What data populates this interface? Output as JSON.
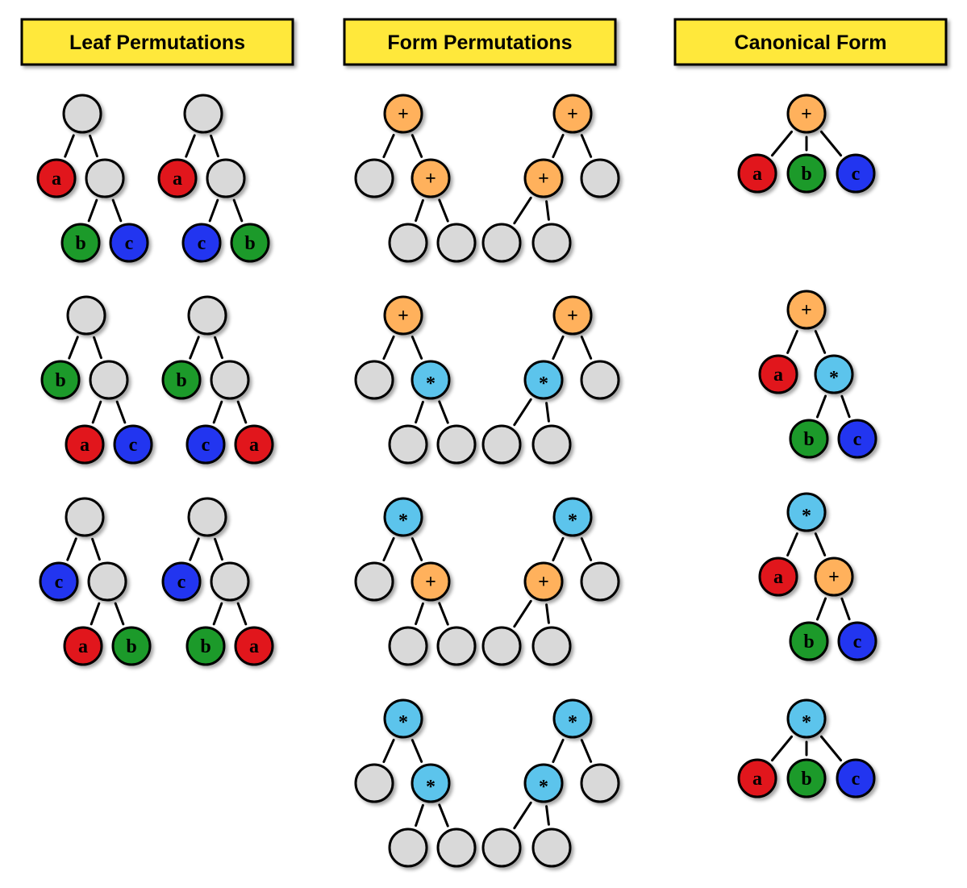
{
  "colors": {
    "header_fill": "#ffe83a",
    "leaf_a": "#e1141c",
    "leaf_b": "#1a9a2a",
    "leaf_c": "#2436f0",
    "empty": "#d9d9d9",
    "plus": "#ffb15c",
    "times": "#5cc4ec",
    "stroke": "#000000"
  },
  "columns": [
    {
      "title": "Leaf Permutations"
    },
    {
      "title": "Form Permutations"
    },
    {
      "title": "Canonical Form"
    }
  ],
  "trees": [
    {
      "col": 0,
      "row": 0,
      "nodes": [
        {
          "id": "r",
          "label": "",
          "kind": "empty"
        },
        {
          "id": "l",
          "label": "a",
          "kind": "a",
          "parent": "r"
        },
        {
          "id": "m",
          "label": "",
          "kind": "empty",
          "parent": "r"
        },
        {
          "id": "ml",
          "label": "b",
          "kind": "b",
          "parent": "m"
        },
        {
          "id": "mr",
          "label": "c",
          "kind": "c",
          "parent": "m"
        }
      ]
    },
    {
      "col": 0,
      "row": 0,
      "nodes": [
        {
          "id": "r",
          "label": "",
          "kind": "empty"
        },
        {
          "id": "l",
          "label": "a",
          "kind": "a",
          "parent": "r"
        },
        {
          "id": "m",
          "label": "",
          "kind": "empty",
          "parent": "r"
        },
        {
          "id": "ml",
          "label": "c",
          "kind": "c",
          "parent": "m"
        },
        {
          "id": "mr",
          "label": "b",
          "kind": "b",
          "parent": "m"
        }
      ]
    },
    {
      "col": 0,
      "row": 1,
      "nodes": [
        {
          "id": "r",
          "label": "",
          "kind": "empty"
        },
        {
          "id": "l",
          "label": "b",
          "kind": "b",
          "parent": "r"
        },
        {
          "id": "m",
          "label": "",
          "kind": "empty",
          "parent": "r"
        },
        {
          "id": "ml",
          "label": "a",
          "kind": "a",
          "parent": "m"
        },
        {
          "id": "mr",
          "label": "c",
          "kind": "c",
          "parent": "m"
        }
      ]
    },
    {
      "col": 0,
      "row": 1,
      "nodes": [
        {
          "id": "r",
          "label": "",
          "kind": "empty"
        },
        {
          "id": "l",
          "label": "b",
          "kind": "b",
          "parent": "r"
        },
        {
          "id": "m",
          "label": "",
          "kind": "empty",
          "parent": "r"
        },
        {
          "id": "ml",
          "label": "c",
          "kind": "c",
          "parent": "m"
        },
        {
          "id": "mr",
          "label": "a",
          "kind": "a",
          "parent": "m"
        }
      ]
    },
    {
      "col": 0,
      "row": 2,
      "nodes": [
        {
          "id": "r",
          "label": "",
          "kind": "empty"
        },
        {
          "id": "l",
          "label": "c",
          "kind": "c",
          "parent": "r"
        },
        {
          "id": "m",
          "label": "",
          "kind": "empty",
          "parent": "r"
        },
        {
          "id": "ml",
          "label": "a",
          "kind": "a",
          "parent": "m"
        },
        {
          "id": "mr",
          "label": "b",
          "kind": "b",
          "parent": "m"
        }
      ]
    },
    {
      "col": 0,
      "row": 2,
      "nodes": [
        {
          "id": "r",
          "label": "",
          "kind": "empty"
        },
        {
          "id": "l",
          "label": "c",
          "kind": "c",
          "parent": "r"
        },
        {
          "id": "m",
          "label": "",
          "kind": "empty",
          "parent": "r"
        },
        {
          "id": "ml",
          "label": "b",
          "kind": "b",
          "parent": "m"
        },
        {
          "id": "mr",
          "label": "a",
          "kind": "a",
          "parent": "m"
        }
      ]
    },
    {
      "col": 1,
      "row": 0,
      "nodes": [
        {
          "id": "r",
          "label": "+",
          "kind": "plus"
        },
        {
          "id": "l",
          "label": "",
          "kind": "empty",
          "parent": "r"
        },
        {
          "id": "m",
          "label": "+",
          "kind": "plus",
          "parent": "r"
        },
        {
          "id": "ml",
          "label": "",
          "kind": "empty",
          "parent": "m"
        },
        {
          "id": "mr",
          "label": "",
          "kind": "empty",
          "parent": "m"
        }
      ]
    },
    {
      "col": 1,
      "row": 0,
      "nodes": [
        {
          "id": "r",
          "label": "+",
          "kind": "plus"
        },
        {
          "id": "m",
          "label": "+",
          "kind": "plus",
          "parent": "r"
        },
        {
          "id": "l",
          "label": "",
          "kind": "empty",
          "parent": "r"
        },
        {
          "id": "ml",
          "label": "",
          "kind": "empty",
          "parent": "m"
        },
        {
          "id": "mr",
          "label": "",
          "kind": "empty",
          "parent": "m"
        }
      ]
    },
    {
      "col": 1,
      "row": 1,
      "nodes": [
        {
          "id": "r",
          "label": "+",
          "kind": "plus"
        },
        {
          "id": "l",
          "label": "",
          "kind": "empty",
          "parent": "r"
        },
        {
          "id": "m",
          "label": "*",
          "kind": "times",
          "parent": "r"
        },
        {
          "id": "ml",
          "label": "",
          "kind": "empty",
          "parent": "m"
        },
        {
          "id": "mr",
          "label": "",
          "kind": "empty",
          "parent": "m"
        }
      ]
    },
    {
      "col": 1,
      "row": 1,
      "nodes": [
        {
          "id": "r",
          "label": "+",
          "kind": "plus"
        },
        {
          "id": "m",
          "label": "*",
          "kind": "times",
          "parent": "r"
        },
        {
          "id": "l",
          "label": "",
          "kind": "empty",
          "parent": "r"
        },
        {
          "id": "ml",
          "label": "",
          "kind": "empty",
          "parent": "m"
        },
        {
          "id": "mr",
          "label": "",
          "kind": "empty",
          "parent": "m"
        }
      ]
    },
    {
      "col": 1,
      "row": 2,
      "nodes": [
        {
          "id": "r",
          "label": "*",
          "kind": "times"
        },
        {
          "id": "l",
          "label": "",
          "kind": "empty",
          "parent": "r"
        },
        {
          "id": "m",
          "label": "+",
          "kind": "plus",
          "parent": "r"
        },
        {
          "id": "ml",
          "label": "",
          "kind": "empty",
          "parent": "m"
        },
        {
          "id": "mr",
          "label": "",
          "kind": "empty",
          "parent": "m"
        }
      ]
    },
    {
      "col": 1,
      "row": 2,
      "nodes": [
        {
          "id": "r",
          "label": "*",
          "kind": "times"
        },
        {
          "id": "m",
          "label": "+",
          "kind": "plus",
          "parent": "r"
        },
        {
          "id": "l",
          "label": "",
          "kind": "empty",
          "parent": "r"
        },
        {
          "id": "ml",
          "label": "",
          "kind": "empty",
          "parent": "m"
        },
        {
          "id": "mr",
          "label": "",
          "kind": "empty",
          "parent": "m"
        }
      ]
    },
    {
      "col": 1,
      "row": 3,
      "nodes": [
        {
          "id": "r",
          "label": "*",
          "kind": "times"
        },
        {
          "id": "l",
          "label": "",
          "kind": "empty",
          "parent": "r"
        },
        {
          "id": "m",
          "label": "*",
          "kind": "times",
          "parent": "r"
        },
        {
          "id": "ml",
          "label": "",
          "kind": "empty",
          "parent": "m"
        },
        {
          "id": "mr",
          "label": "",
          "kind": "empty",
          "parent": "m"
        }
      ]
    },
    {
      "col": 1,
      "row": 3,
      "nodes": [
        {
          "id": "r",
          "label": "*",
          "kind": "times"
        },
        {
          "id": "m",
          "label": "*",
          "kind": "times",
          "parent": "r"
        },
        {
          "id": "l",
          "label": "",
          "kind": "empty",
          "parent": "r"
        },
        {
          "id": "ml",
          "label": "",
          "kind": "empty",
          "parent": "m"
        },
        {
          "id": "mr",
          "label": "",
          "kind": "empty",
          "parent": "m"
        }
      ]
    },
    {
      "col": 2,
      "row": 0,
      "nodes": [
        {
          "id": "r",
          "label": "+",
          "kind": "plus"
        },
        {
          "id": "l",
          "label": "a",
          "kind": "a",
          "parent": "r"
        },
        {
          "id": "m",
          "label": "b",
          "kind": "b",
          "parent": "r"
        },
        {
          "id": "n",
          "label": "c",
          "kind": "c",
          "parent": "r"
        }
      ]
    },
    {
      "col": 2,
      "row": 1,
      "nodes": [
        {
          "id": "r",
          "label": "+",
          "kind": "plus"
        },
        {
          "id": "l",
          "label": "a",
          "kind": "a",
          "parent": "r"
        },
        {
          "id": "m",
          "label": "*",
          "kind": "times",
          "parent": "r"
        },
        {
          "id": "ml",
          "label": "b",
          "kind": "b",
          "parent": "m"
        },
        {
          "id": "mr",
          "label": "c",
          "kind": "c",
          "parent": "m"
        }
      ]
    },
    {
      "col": 2,
      "row": 2,
      "nodes": [
        {
          "id": "r",
          "label": "*",
          "kind": "times"
        },
        {
          "id": "l",
          "label": "a",
          "kind": "a",
          "parent": "r"
        },
        {
          "id": "m",
          "label": "+",
          "kind": "plus",
          "parent": "r"
        },
        {
          "id": "ml",
          "label": "b",
          "kind": "b",
          "parent": "m"
        },
        {
          "id": "mr",
          "label": "c",
          "kind": "c",
          "parent": "m"
        }
      ]
    },
    {
      "col": 2,
      "row": 3,
      "nodes": [
        {
          "id": "r",
          "label": "*",
          "kind": "times"
        },
        {
          "id": "l",
          "label": "a",
          "kind": "a",
          "parent": "r"
        },
        {
          "id": "m",
          "label": "b",
          "kind": "b",
          "parent": "r"
        },
        {
          "id": "n",
          "label": "c",
          "kind": "c",
          "parent": "r"
        }
      ]
    }
  ]
}
